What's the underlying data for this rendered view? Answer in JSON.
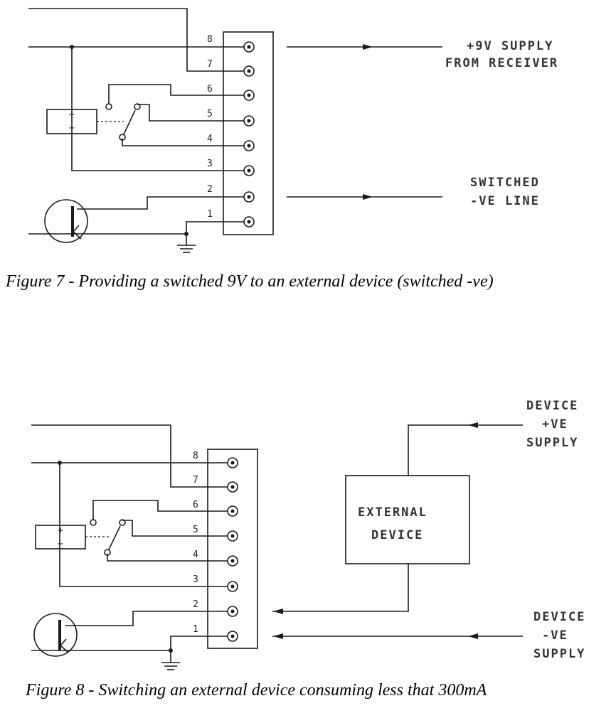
{
  "figure7": {
    "pin_labels": [
      "8",
      "7",
      "6",
      "5",
      "4",
      "3",
      "2",
      "1"
    ],
    "label_supply_line1": "+9V SUPPLY",
    "label_supply_line2": "FROM RECEIVER",
    "label_switched_line1": "SWITCHED",
    "label_switched_line2": "-VE LINE",
    "caption": "Figure 7 - Providing a switched 9V to an external device (switched -ve)"
  },
  "figure8": {
    "pin_labels": [
      "8",
      "7",
      "6",
      "5",
      "4",
      "3",
      "2",
      "1"
    ],
    "device_label_line1": "EXTERNAL",
    "device_label_line2": "DEVICE",
    "label_pos_line1": "DEVICE",
    "label_pos_line2": "+VE",
    "label_pos_line3": "SUPPLY",
    "label_neg_line1": "DEVICE",
    "label_neg_line2": "-VE",
    "label_neg_line3": "SUPPLY",
    "caption": "Figure 8 - Switching an external device consuming less that 300mA"
  }
}
